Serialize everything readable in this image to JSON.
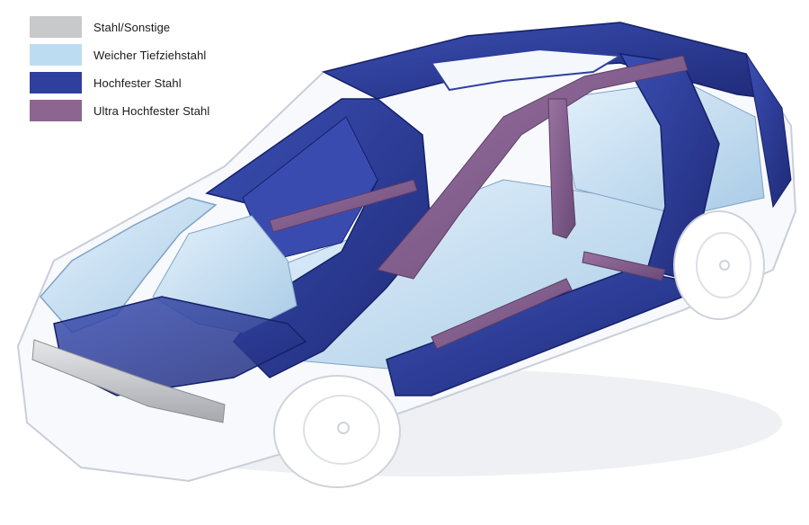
{
  "legend": {
    "items": [
      {
        "label": "Stahl/Sonstige",
        "color": "#c8c9cb"
      },
      {
        "label": "Weicher Tiefziehstahl",
        "color": "#bcdcf1"
      },
      {
        "label": "Hochfester Stahl",
        "color": "#2e3f9e"
      },
      {
        "label": "Ultra Hochfester Stahl",
        "color": "#8c6590"
      }
    ]
  },
  "illustration": {
    "icon": "car-body-in-white-illustration"
  }
}
